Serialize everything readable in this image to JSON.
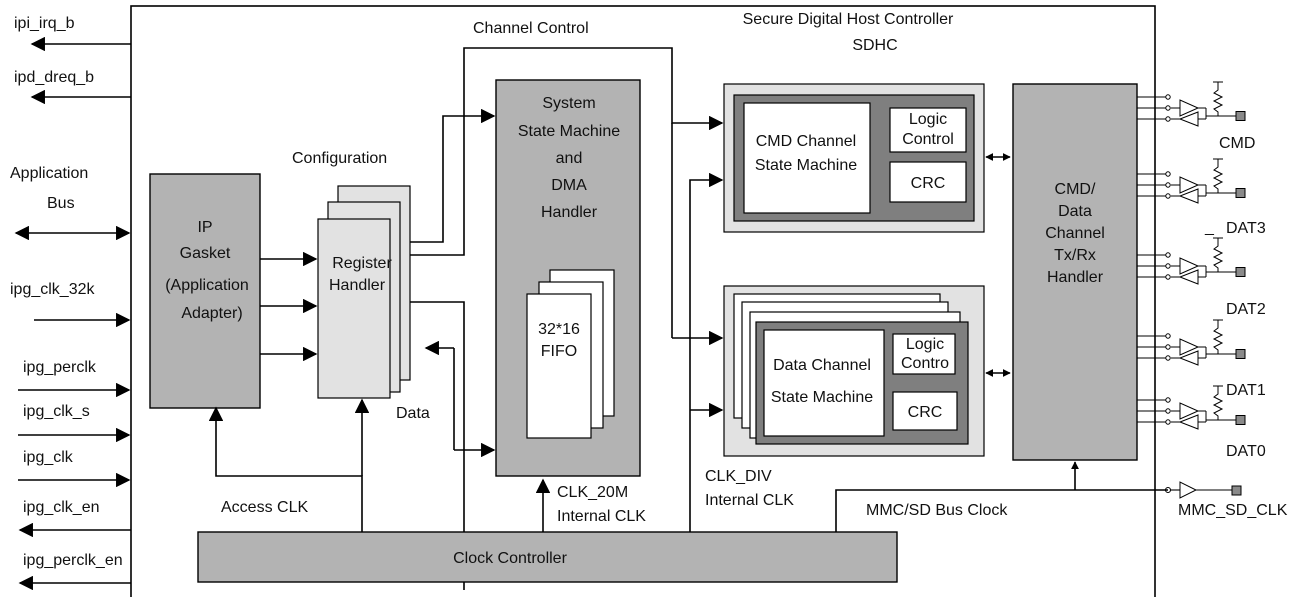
{
  "title": "Secure Digital Host Controller",
  "subtitle": "SDHC",
  "signals_left": [
    "ipi_irq_b",
    "ipd_dreq_b",
    "Application",
    "Bus",
    "ipg_clk_32k",
    "ipg_perclk",
    "ipg_clk_s",
    "ipg_clk",
    "ipg_clk_en",
    "ipg_perclk_en"
  ],
  "blocks": {
    "ip_gasket": [
      "IP",
      "Gasket",
      "(Application",
      "Adapter)"
    ],
    "register_handler": [
      "Register",
      "Handler"
    ],
    "system_state_machine": [
      "System",
      "State Machine",
      "and",
      "DMA",
      "Handler"
    ],
    "fifo": [
      "32*16",
      "FIFO"
    ],
    "cmd_channel": [
      "CMD Channel",
      "State Machine"
    ],
    "cmd_logic_control": [
      "Logic",
      "Control"
    ],
    "cmd_crc": "CRC",
    "data_channel": [
      "Data Channel",
      "State Machine"
    ],
    "data_logic_control": [
      "Logic",
      "Contro"
    ],
    "data_crc": "CRC",
    "cmd_data_handler": [
      "CMD/",
      "Data",
      "Channel",
      "Tx/Rx",
      "Handler"
    ],
    "clock_controller": "Clock Controller"
  },
  "labels": {
    "channel_control": "Channel Control",
    "configuration": "Configuration",
    "data": "Data",
    "access_clk": "Access CLK",
    "clk_20m": "CLK_20M",
    "internal_clk_1": "Internal CLK",
    "clk_div": "CLK_DIV",
    "internal_clk_2": "Internal CLK",
    "mmc_sd_bus_clock": "MMC/SD Bus Clock",
    "underscore_mark": "_"
  },
  "pins": [
    "CMD",
    "DAT3",
    "DAT2",
    "DAT1",
    "DAT0",
    "MMC_SD_CLK"
  ]
}
